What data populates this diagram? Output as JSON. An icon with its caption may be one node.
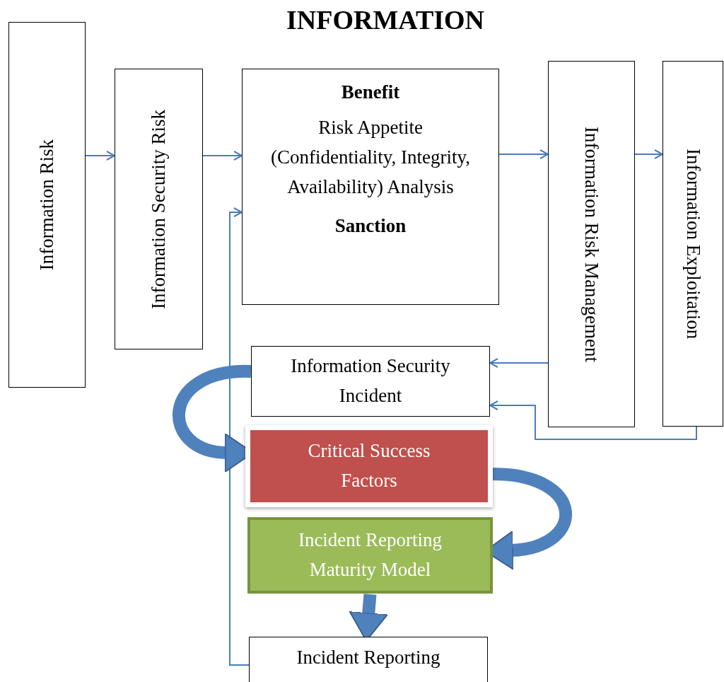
{
  "diagram": {
    "title": "INFORMATION",
    "nodes": [
      {
        "text": [
          "Information Risk"
        ]
      },
      {
        "text": [
          "Information Security Risk"
        ]
      },
      {
        "text": [
          "Benefit",
          "Risk Appetite (Confidentiality, Integrity, Availability) Analysis",
          "Sanction"
        ]
      },
      {
        "text": [
          "Information Risk Management"
        ]
      },
      {
        "text": [
          "Information Exploitation"
        ]
      },
      {
        "text": [
          "Information Security Incident"
        ]
      },
      {
        "text": [
          "Critical Success Factors"
        ]
      },
      {
        "text": [
          "Incident Reporting Maturity Model"
        ]
      },
      {
        "text": [
          "Incident Reporting"
        ]
      }
    ],
    "edges": [
      {
        "from": 0,
        "to": 1,
        "arrow": "to"
      },
      {
        "from": 1,
        "to": 2,
        "arrow": "to"
      },
      {
        "from": 2,
        "to": 3,
        "arrow": "to"
      },
      {
        "from": 3,
        "to": 4,
        "arrow": "to"
      },
      {
        "from": 3,
        "to": 5,
        "arrow": "to"
      },
      {
        "from": 4,
        "to": 5,
        "arrow": "to"
      },
      {
        "from": 8,
        "to": 2,
        "arrow": "to"
      },
      {
        "from": 5,
        "to": 6,
        "arrow": "to",
        "style": "thick"
      },
      {
        "from": 6,
        "to": 7,
        "arrow": "to",
        "style": "thick"
      },
      {
        "from": 7,
        "to": 8,
        "arrow": "to",
        "style": "thick"
      }
    ]
  }
}
